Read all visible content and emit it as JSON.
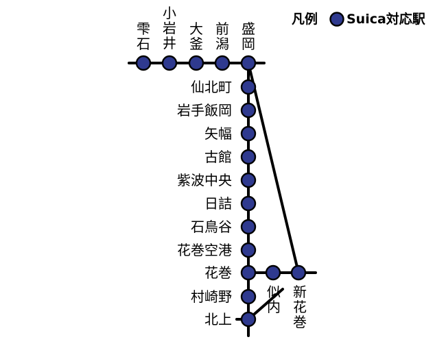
{
  "legend": {
    "title": "凡例",
    "item_label": "Suica対応駅"
  },
  "stations": {
    "shizukuishi": "雫石",
    "koiwai": "小岩井",
    "okama": "大釜",
    "maegata": "前潟",
    "morioka": "盛岡",
    "sembokucho": "仙北町",
    "iwateiioka": "岩手飯岡",
    "yahaba": "矢幅",
    "furudate": "古館",
    "shiwachuo": "紫波中央",
    "hizume": "日詰",
    "ishidoriya": "石鳥谷",
    "hanamakikuko": "花巻空港",
    "hanamaki": "花巻",
    "muranosakino": "村崎野",
    "kitakami": "北上",
    "nitanai": "似内",
    "shinhanamaki": "新花巻"
  },
  "colors": {
    "station_fill": "#2f3a8f",
    "track": "#000000"
  }
}
